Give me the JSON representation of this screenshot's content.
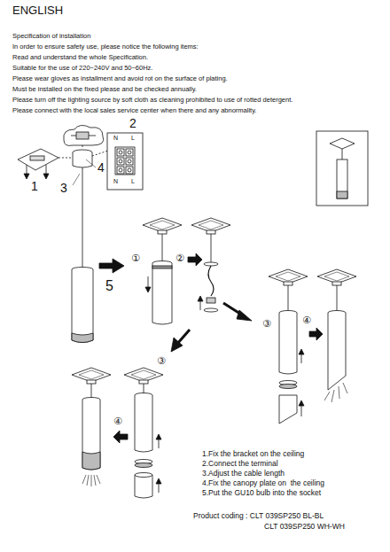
{
  "diagram": {
    "title": "ENGLISH",
    "labels": [
      "Specification of installation",
      "In order to ensure safety use, please notice the following items:",
      "Read and understand the whole Specification.",
      "Suitable for the use of 220~240V and 50~60Hz.",
      "Please wear gloves as installment and avoid rot on the surface of plating.",
      "Must be installed on the fixed please and be checked annually.",
      "Please turn off the lighting source by soft cloth as cleaning prohibited to use of rotted detergent.",
      "Please connect with the local sales service center when there and any abnormality.",
      "1",
      "2",
      "3",
      "4",
      "5",
      "N",
      "L",
      "N",
      "L",
      "①",
      "②",
      "③",
      "④",
      "③",
      "④",
      "1.Fix the bracket on the ceiling",
      "2.Connect the terminal",
      "3.Adjust the cable length",
      "4.Fix the canopy plate on  the ceiling",
      "5.Put the GU10 bulb into the socket",
      "Product coding : CLT 039SP250 BL-BL",
      "CLT 039SP250 WH-WH"
    ]
  }
}
